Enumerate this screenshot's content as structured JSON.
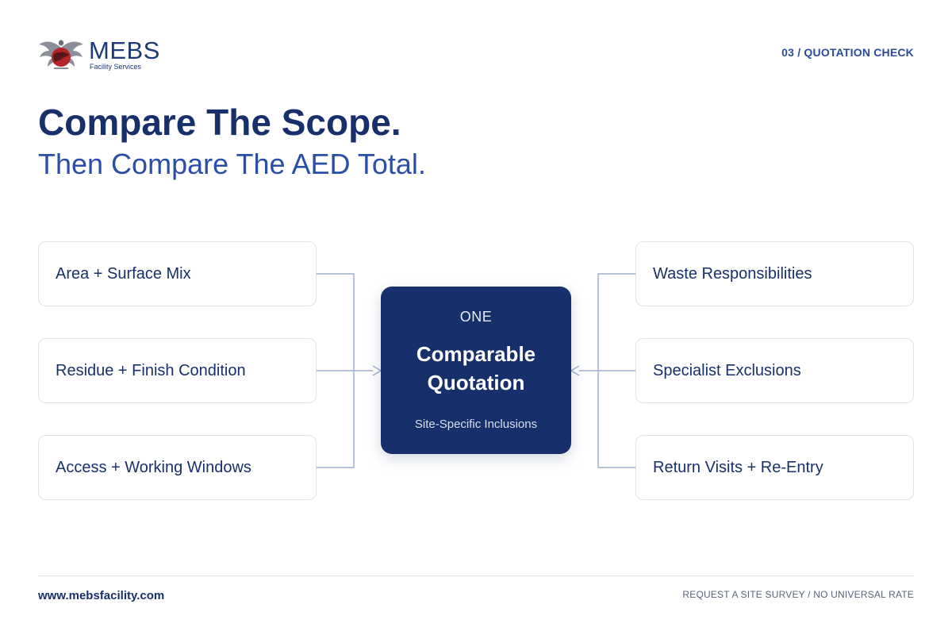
{
  "brand": {
    "name": "MEBS",
    "tagline": "Facility Services",
    "logo_icon": "eagle-globe-icon"
  },
  "section_label": "03 / QUOTATION CHECK",
  "heading": {
    "title": "Compare The Scope.",
    "subtitle": "Then Compare The AED Total."
  },
  "left_factors": [
    "Area + Surface Mix",
    "Residue + Finish Condition",
    "Access + Working Windows"
  ],
  "right_factors": [
    "Waste Responsibilities",
    "Specialist Exclusions",
    "Return Visits + Re-Entry"
  ],
  "center": {
    "tag": "ONE",
    "title_line1": "Comparable",
    "title_line2": "Quotation",
    "footnote": "Site-Specific Inclusions"
  },
  "footer": {
    "url": "www.mebsfacility.com",
    "note": "REQUEST A SITE SURVEY / NO UNIVERSAL RATE"
  },
  "colors": {
    "navy": "#17306b",
    "accent_blue": "#2a4fa8",
    "connector": "#9fb0cc",
    "box_border": "#dfe3ea",
    "logo_red": "#b3252b"
  }
}
